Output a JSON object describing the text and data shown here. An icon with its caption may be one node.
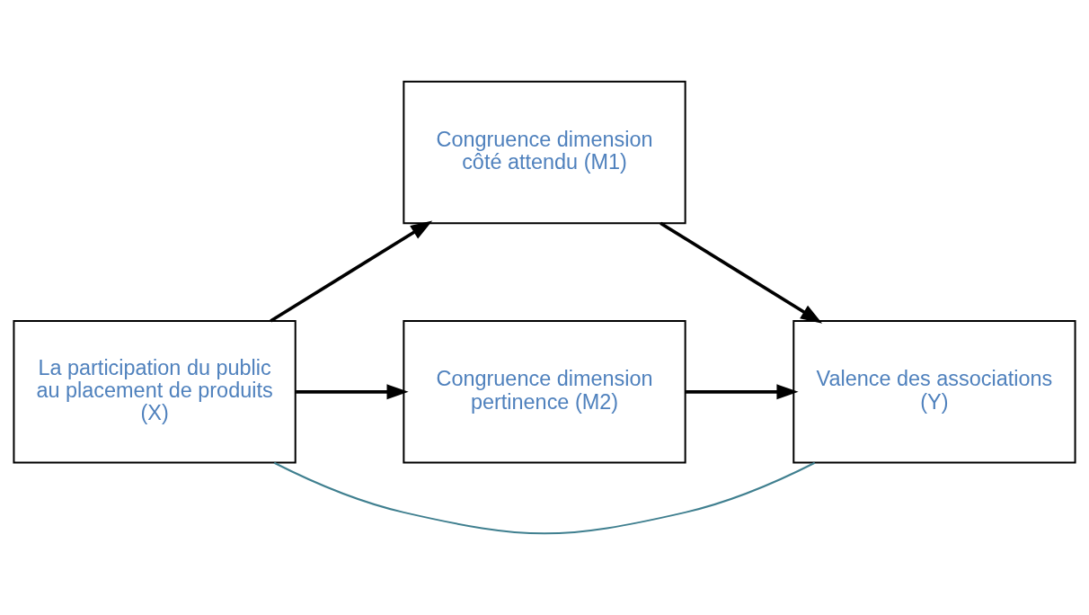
{
  "diagram": {
    "nodes": [
      {
        "text": [
          "La participation du public au placement de produits (X)"
        ]
      },
      {
        "text": [
          "Congruence dimension côté attendu (M1)"
        ]
      },
      {
        "text": [
          "Congruence dimension pertinence (M2)"
        ]
      },
      {
        "text": [
          "Valence des associations (Y)"
        ]
      }
    ],
    "edges": [
      {
        "from": 0,
        "to": 3,
        "arrow": "none",
        "color": "#3f7f8f"
      },
      {
        "from": 0,
        "to": 1,
        "arrow": "to"
      },
      {
        "from": 0,
        "to": 2,
        "arrow": "to"
      },
      {
        "from": 1,
        "to": 3,
        "arrow": "to"
      },
      {
        "from": 2,
        "to": 3,
        "arrow": "to"
      }
    ]
  }
}
